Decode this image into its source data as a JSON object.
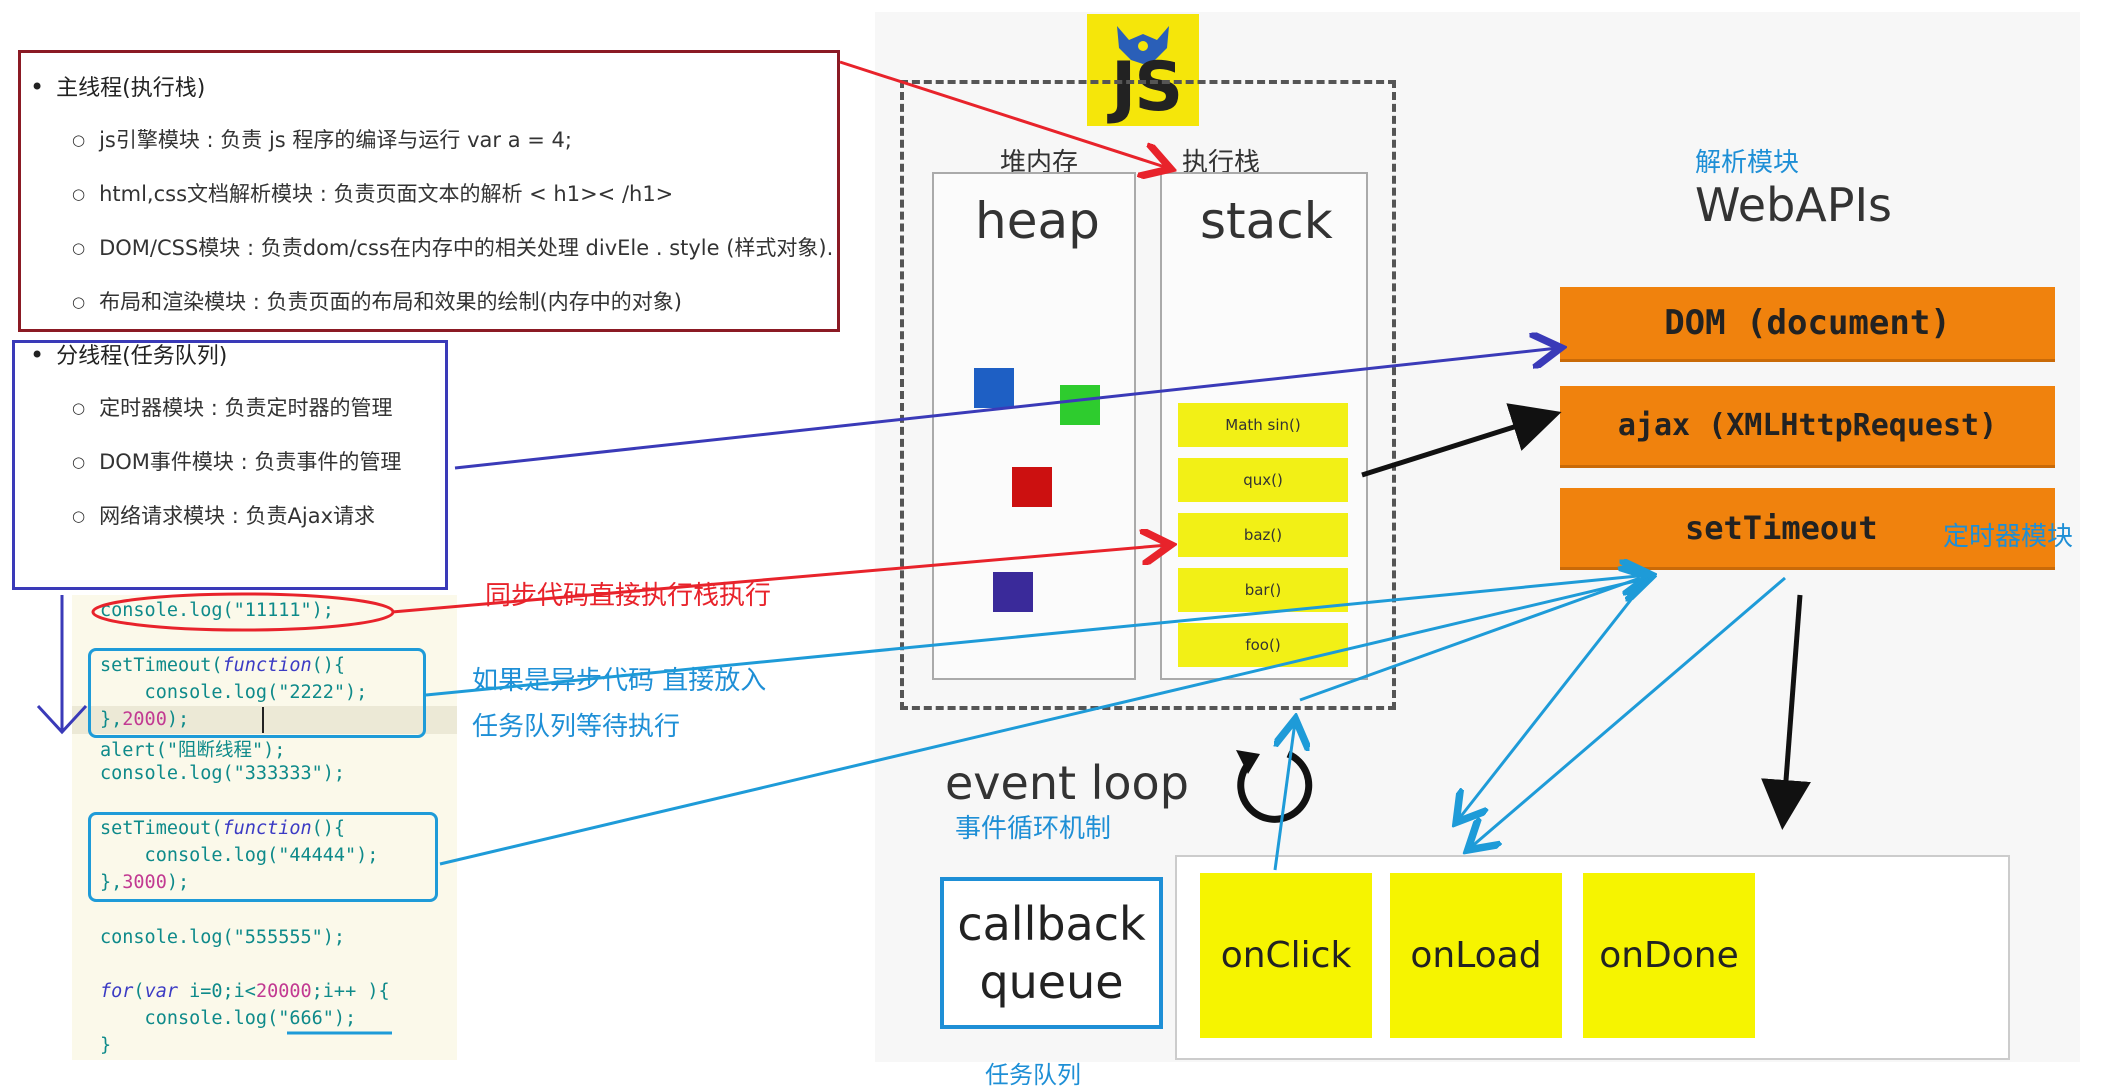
{
  "main_thread": {
    "title": "主线程(执行栈)",
    "items": [
      "js引擎模块 : 负责 js 程序的编译与运行   var a =  4;",
      "html,css文档解析模块 : 负责页面文本的解析    < h1>< /h1>",
      "DOM/CSS模块 : 负责dom/css在内存中的相关处理    divEle    . style  (样式对象).",
      "布局和渲染模块 : 负责页面的布局和效果的绘制(内存中的对象)"
    ]
  },
  "sub_thread": {
    "title": "分线程(任务队列)",
    "items": [
      "定时器模块 : 负责定时器的管理",
      "DOM事件模块 : 负责事件的管理",
      "网络请求模块 : 负责Ajax请求"
    ]
  },
  "code": {
    "line1": "console.log(\"11111\");",
    "line2": "setTimeout(",
    "line2_kw": "function",
    "line2_end": "(){",
    "line3": "    console.log(\"2222\");",
    "line4_a": "},",
    "line4_num": "2000",
    "line4_b": ");",
    "line5": "alert(\"阻断线程\");",
    "line6": "console.log(\"333333\");",
    "line7": "setTimeout(",
    "line7_kw": "function",
    "line7_end": "(){",
    "line8": "    console.log(\"44444\");",
    "line9_a": "},",
    "line9_num": "3000",
    "line9_b": ");",
    "line10": "console.log(\"555555\");",
    "line11_kw": "for",
    "line11_a": "(",
    "line11_var": "var",
    "line11_b": " i=0;i<",
    "line11_num": "20000",
    "line11_c": ";i++ ){",
    "line12": "    console.log(\"666\");",
    "line13": "}"
  },
  "annotations": {
    "sync": "同步代码直接执行栈执行",
    "async_1": "如果是异步代码 直接放入",
    "async_2": "任务队列等待执行",
    "event_loop_cn": "事件循环机制",
    "task_queue_cn": "任务队列",
    "parse_module": "解析模块",
    "timer_module": "定时器模块"
  },
  "diagram": {
    "js_logo": "JS",
    "heap_cn": "堆内存",
    "stack_cn": "执行栈",
    "heap": "heap",
    "stack": "stack",
    "stack_items": [
      "Math sin()",
      "qux()",
      "baz()",
      "bar()",
      "foo()"
    ],
    "webapis": "WebAPIs",
    "api_dom": "DOM (document)",
    "api_ajax": "ajax (XMLHttpRequest)",
    "api_timeout": "setTimeout",
    "event_loop": "event loop",
    "callback_queue_1": "callback",
    "callback_queue_2": "queue",
    "queue_items": [
      "onClick",
      "onLoad",
      "onDone"
    ]
  },
  "colors": {
    "red_arrow": "#e8232b",
    "blue_arrow": "#1e8fd6",
    "navy_arrow": "#3a3ab8",
    "api_orange": "#f0820d",
    "queue_yellow": "#f6f400"
  }
}
